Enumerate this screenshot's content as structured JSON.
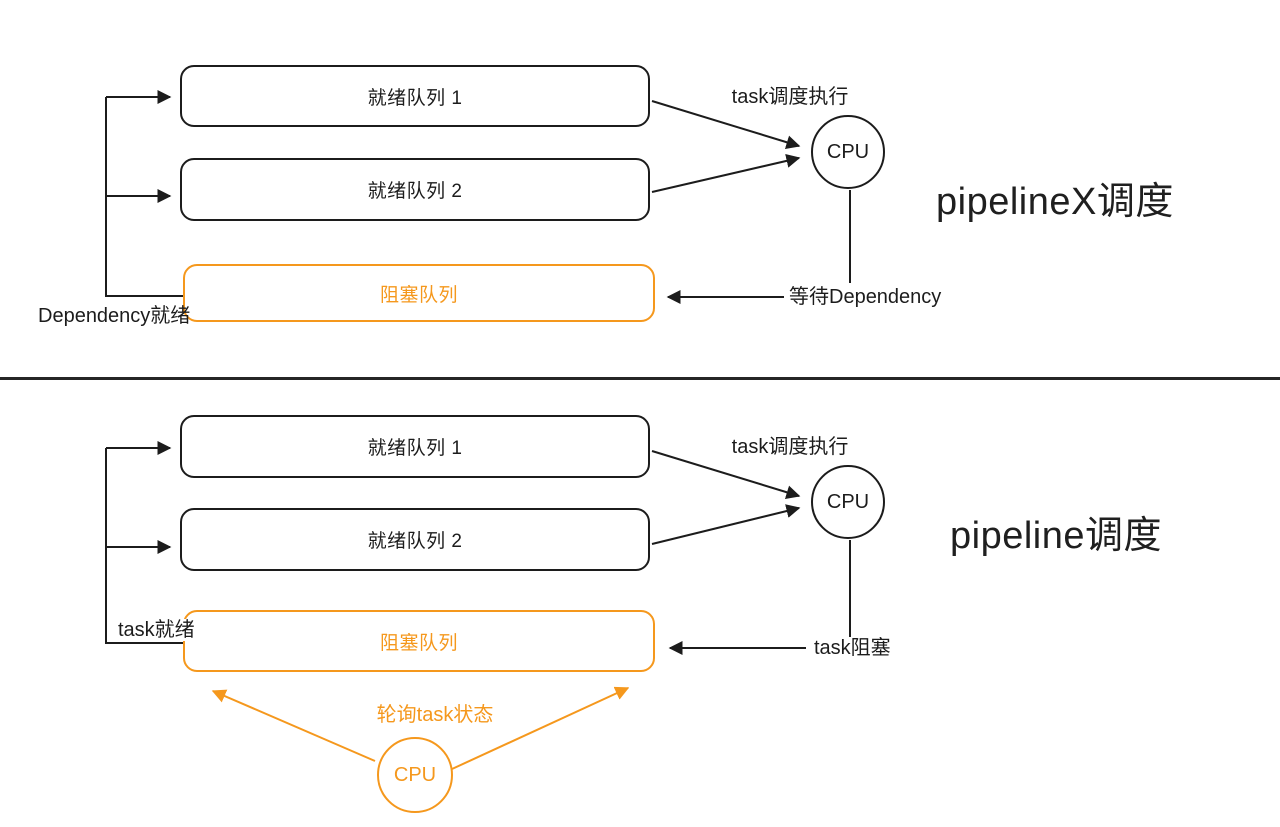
{
  "colors": {
    "ink": "#1c1c1c",
    "accent": "#f5981d",
    "background": "#ffffff"
  },
  "top_diagram": {
    "title": "pipelineX调度",
    "queue1": "就绪队列 1",
    "queue2": "就绪队列 2",
    "blocked_queue": "阻塞队列",
    "cpu": "CPU",
    "dispatch_label": "task调度执行",
    "wait_label": "等待Dependency",
    "ready_label": "Dependency就绪"
  },
  "bottom_diagram": {
    "title": "pipeline调度",
    "queue1": "就绪队列 1",
    "queue2": "就绪队列 2",
    "blocked_queue": "阻塞队列",
    "cpu": "CPU",
    "poll_cpu": "CPU",
    "dispatch_label": "task调度执行",
    "block_label": "task阻塞",
    "ready_label": "task就绪",
    "poll_label": "轮询task状态"
  }
}
